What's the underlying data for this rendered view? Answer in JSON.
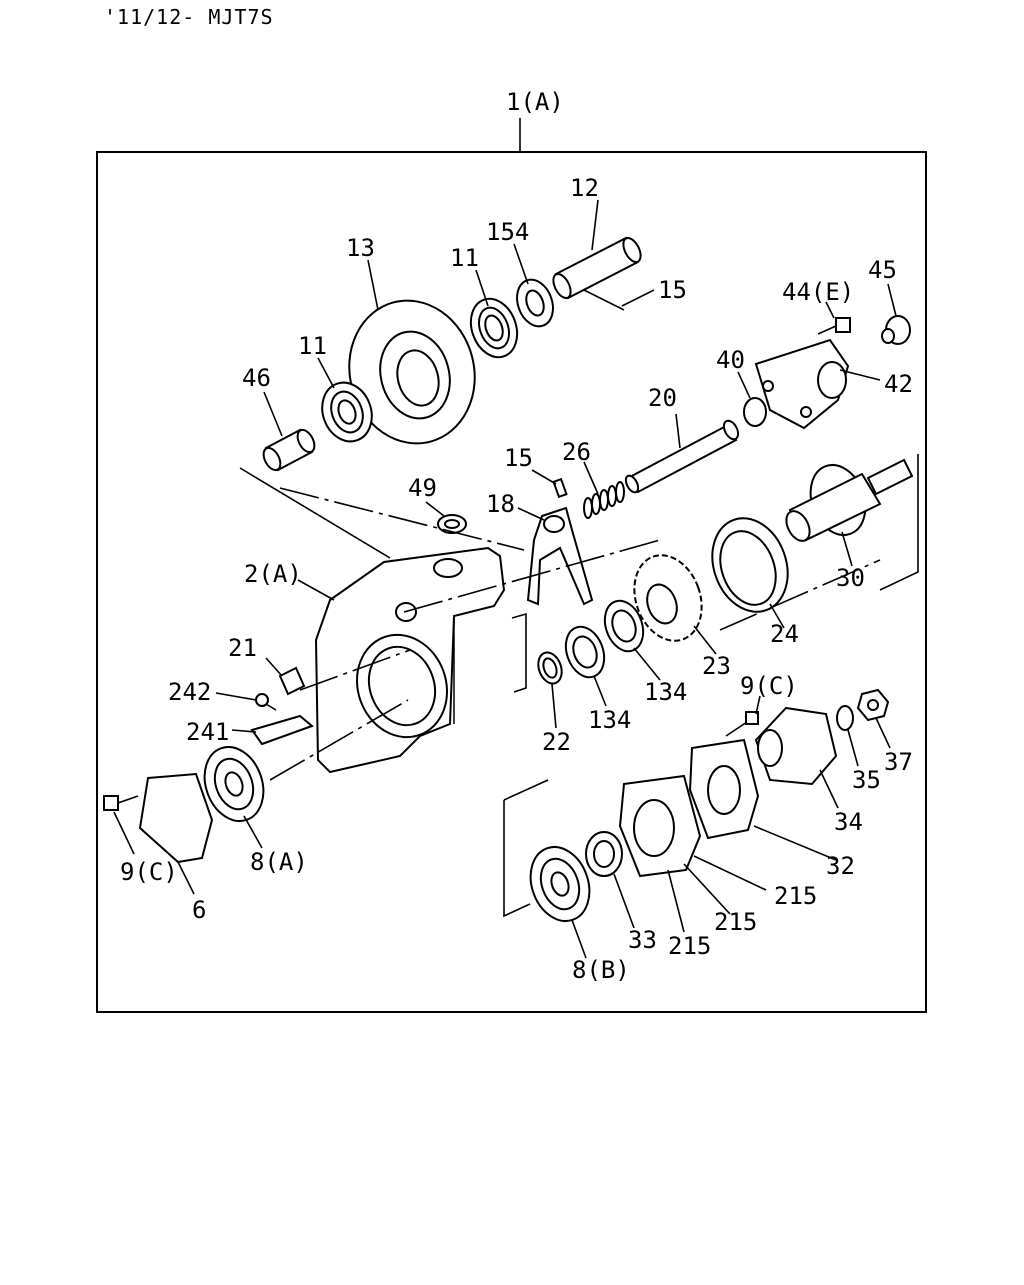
{
  "header": {
    "model_code": "'11/12- MJT7S"
  },
  "assembly_label": "1(A)",
  "callouts": [
    {
      "id": "c-12",
      "text": "12"
    },
    {
      "id": "c-154",
      "text": "154"
    },
    {
      "id": "c-13",
      "text": "13"
    },
    {
      "id": "c-11a",
      "text": "11"
    },
    {
      "id": "c-15a",
      "text": "15"
    },
    {
      "id": "c-44e",
      "text": "44(E)"
    },
    {
      "id": "c-45",
      "text": "45"
    },
    {
      "id": "c-11b",
      "text": "11"
    },
    {
      "id": "c-46",
      "text": "46"
    },
    {
      "id": "c-40",
      "text": "40"
    },
    {
      "id": "c-42",
      "text": "42"
    },
    {
      "id": "c-20",
      "text": "20"
    },
    {
      "id": "c-15b",
      "text": "15"
    },
    {
      "id": "c-26",
      "text": "26"
    },
    {
      "id": "c-49",
      "text": "49"
    },
    {
      "id": "c-18",
      "text": "18"
    },
    {
      "id": "c-2a",
      "text": "2(A)"
    },
    {
      "id": "c-30",
      "text": "30"
    },
    {
      "id": "c-24",
      "text": "24"
    },
    {
      "id": "c-21",
      "text": "21"
    },
    {
      "id": "c-23",
      "text": "23"
    },
    {
      "id": "c-134a",
      "text": "134"
    },
    {
      "id": "c-242",
      "text": "242"
    },
    {
      "id": "c-9c-right",
      "text": "9(C)"
    },
    {
      "id": "c-134b",
      "text": "134"
    },
    {
      "id": "c-241",
      "text": "241"
    },
    {
      "id": "c-22",
      "text": "22"
    },
    {
      "id": "c-37",
      "text": "37"
    },
    {
      "id": "c-35",
      "text": "35"
    },
    {
      "id": "c-34",
      "text": "34"
    },
    {
      "id": "c-9c-left",
      "text": "9(C)"
    },
    {
      "id": "c-8a",
      "text": "8(A)"
    },
    {
      "id": "c-32",
      "text": "32"
    },
    {
      "id": "c-6",
      "text": "6"
    },
    {
      "id": "c-215a",
      "text": "215"
    },
    {
      "id": "c-215b",
      "text": "215"
    },
    {
      "id": "c-33",
      "text": "33"
    },
    {
      "id": "c-215c",
      "text": "215"
    },
    {
      "id": "c-8b",
      "text": "8(B)"
    }
  ]
}
